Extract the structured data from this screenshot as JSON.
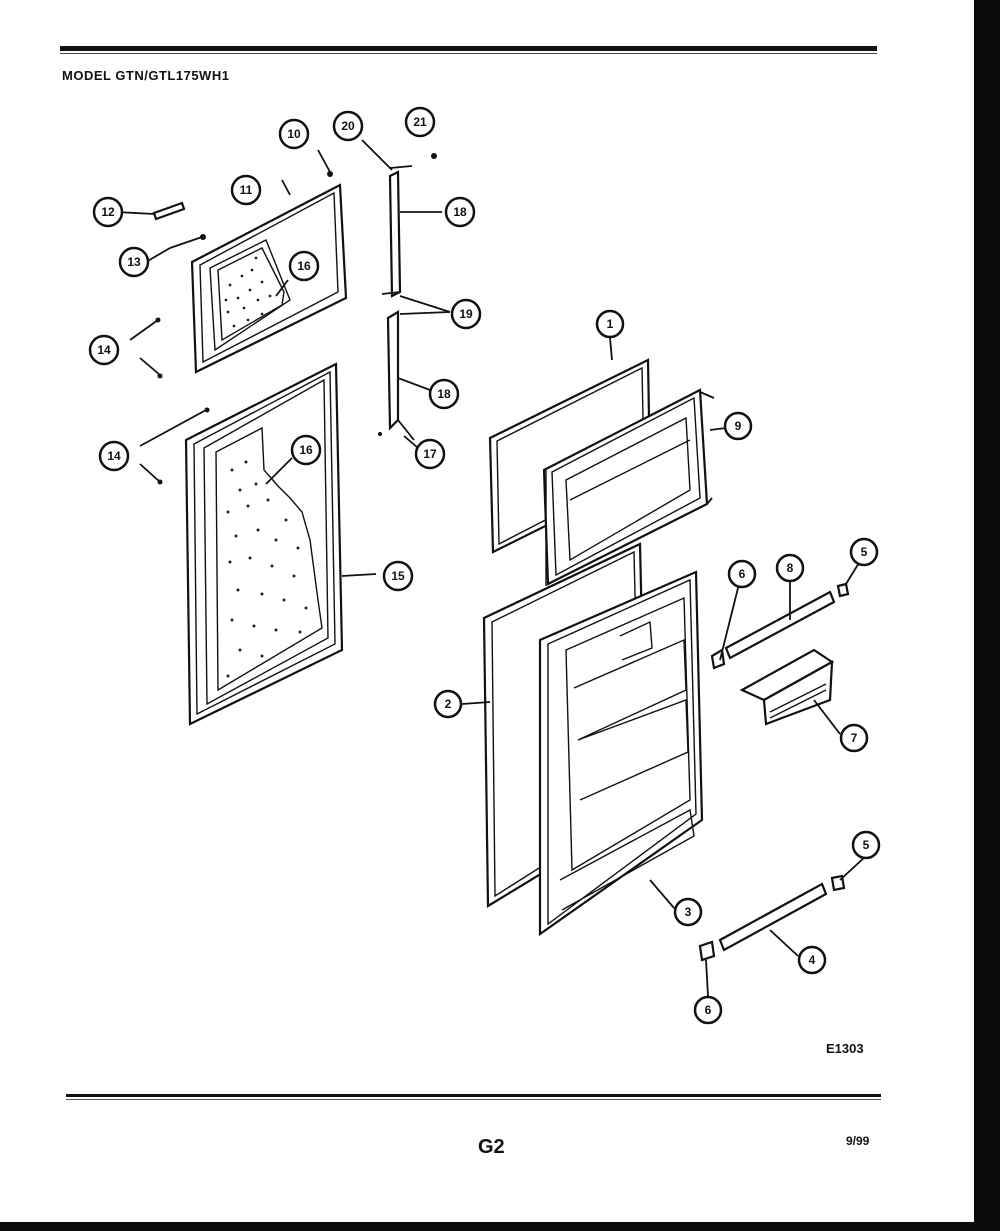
{
  "header": {
    "faint_text": "",
    "model": "MODEL GTN/GTL175WH1"
  },
  "diagram": {
    "code": "E1303",
    "callouts": [
      {
        "id": "callout-1",
        "label": "1"
      },
      {
        "id": "callout-2",
        "label": "2"
      },
      {
        "id": "callout-3",
        "label": "3"
      },
      {
        "id": "callout-4",
        "label": "4"
      },
      {
        "id": "callout-5a",
        "label": "5"
      },
      {
        "id": "callout-5b",
        "label": "5"
      },
      {
        "id": "callout-6a",
        "label": "6"
      },
      {
        "id": "callout-6b",
        "label": "6"
      },
      {
        "id": "callout-7",
        "label": "7"
      },
      {
        "id": "callout-8",
        "label": "8"
      },
      {
        "id": "callout-9",
        "label": "9"
      },
      {
        "id": "callout-10",
        "label": "10"
      },
      {
        "id": "callout-11",
        "label": "11"
      },
      {
        "id": "callout-12",
        "label": "12"
      },
      {
        "id": "callout-13",
        "label": "13"
      },
      {
        "id": "callout-14a",
        "label": "14"
      },
      {
        "id": "callout-14b",
        "label": "14"
      },
      {
        "id": "callout-15",
        "label": "15"
      },
      {
        "id": "callout-16a",
        "label": "16"
      },
      {
        "id": "callout-16b",
        "label": "16"
      },
      {
        "id": "callout-17",
        "label": "17"
      },
      {
        "id": "callout-18a",
        "label": "18"
      },
      {
        "id": "callout-18b",
        "label": "18"
      },
      {
        "id": "callout-19",
        "label": "19"
      },
      {
        "id": "callout-20",
        "label": "20"
      },
      {
        "id": "callout-21",
        "label": "21"
      }
    ]
  },
  "footer": {
    "page": "G2",
    "date": "9/99"
  }
}
